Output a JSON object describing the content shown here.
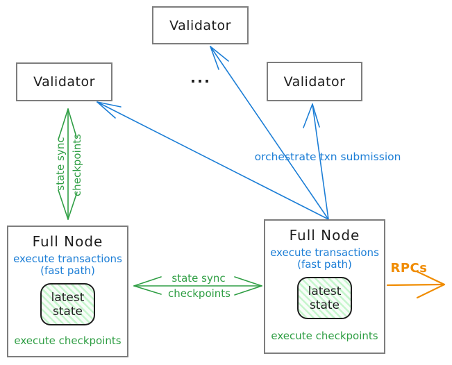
{
  "colors": {
    "blue": "#1c7ed6",
    "green": "#2f9e44",
    "orange": "#f08c00",
    "box_border": "#7d7d7d",
    "text": "#1e1e1e"
  },
  "validators": {
    "top": "Validator",
    "left": "Validator",
    "right": "Validator",
    "ellipsis": "..."
  },
  "full_node_left": {
    "title": "Full Node",
    "exec_transactions": "execute transactions\n(fast path)",
    "state": "latest\nstate",
    "exec_checkpoints": "execute checkpoints"
  },
  "full_node_right": {
    "title": "Full Node",
    "exec_transactions": "execute transactions\n(fast path)",
    "state": "latest\nstate",
    "exec_checkpoints": "execute checkpoints"
  },
  "arrow_labels": {
    "vertical_state_sync_line1": "state sync",
    "vertical_state_sync_line2": "checkpoints",
    "horizontal_state_sync_line1": "state sync",
    "horizontal_state_sync_line2": "checkpoints",
    "orchestrate": "orchestrate txn submission",
    "rpcs": "RPCs"
  }
}
